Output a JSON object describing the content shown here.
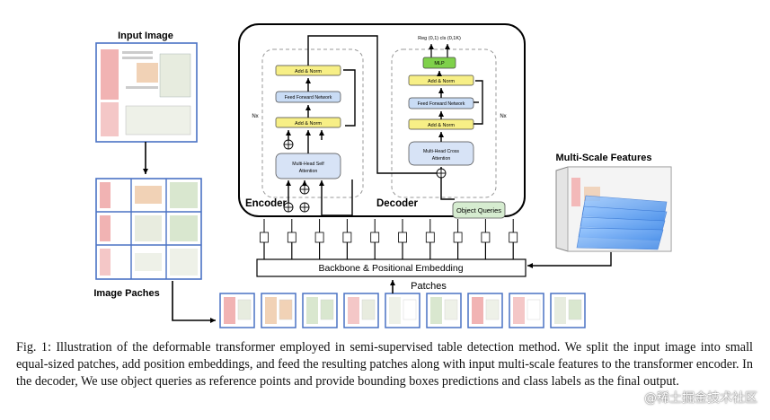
{
  "figure": {
    "input_image_label": "Input Image",
    "image_patches_label": "Image Paches",
    "patches_label": "Patches",
    "backbone_label": "Backbone & Positional Embedding",
    "multi_scale_label": "Multi-Scale Features",
    "object_queries_label": "Object Queries",
    "encoder_label": "Encoder",
    "decoder_label": "Decoder",
    "nx_left": "Nx",
    "nx_right": "Nx",
    "encoder_blocks": {
      "add_norm_top": "Add & Norm",
      "ffn": "Feed Forward Network",
      "add_norm_bottom": "Add & Norm",
      "attention_line1": "Multi-Head Self",
      "attention_line2": "Attention"
    },
    "decoder_blocks": {
      "output_label": "Reg (0,1)   cls (0,1K)",
      "mlp": "MLP",
      "add_norm_top": "Add & Norm",
      "ffn": "Feed Forward Network",
      "add_norm_bottom": "Add & Norm",
      "attention_line1": "Multi-Head Cross",
      "attention_line2": "Attention"
    },
    "token_count": 10,
    "patch_count": 9
  },
  "caption": {
    "text": "Fig. 1: Illustration of the deformable transformer employed in semi-supervised table detection method. We split the input image into small equal-sized patches, add position embeddings, and feed the resulting patches along with input multi-scale features to the transformer encoder. In the decoder, We use object queries as reference points and provide bounding boxes predictions and class labels as the final output."
  },
  "watermark": "@稀土掘金技术社区",
  "colors": {
    "page_border": "#4a72c4",
    "add_norm": "#f7ef86",
    "ffn": "#c9dcf5",
    "attention": "#d7e3f6",
    "mlp": "#7fd14a",
    "object_queries": "#d6ecd0",
    "feature_blue": "#5aa0ee"
  }
}
